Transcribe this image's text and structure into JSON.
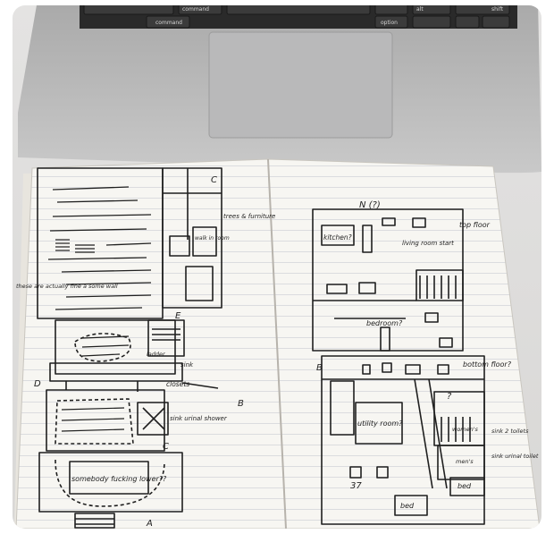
{
  "photo": {
    "keyboard_keys": [
      "command",
      "command",
      "option",
      "shift",
      "alt"
    ],
    "left_page": {
      "labels": {
        "c_top": "C",
        "e_mid": "E",
        "d_left": "D",
        "b_right": "B",
        "c_bottom": "C",
        "a_bottom": "A"
      },
      "notes": {
        "trees": "trees & furniture",
        "walk_in": "walk in room",
        "left_margin": "these are actually fine a some wall",
        "ladder": "ladder",
        "sink": "sink",
        "closets": "closets",
        "sink_shower": "sink urinal shower",
        "somebody_fucking": "somebody fucking lower??"
      }
    },
    "right_page": {
      "north": "N (?)",
      "top_floor": "top floor",
      "bottom_floor": "bottom floor?",
      "kitchen": "kitchen?",
      "living_room": "living room start",
      "bedroom": "bedroom?",
      "b_label": "B",
      "utility": "utility room?",
      "womens": "women's",
      "sink_toilets": "sink 2 toilets",
      "mens": "men's",
      "sink_urinal": "sink urinal toilet",
      "bed_top": "bed",
      "bed_bottom": "bed",
      "num_37": "37",
      "q_mark": "?"
    }
  }
}
